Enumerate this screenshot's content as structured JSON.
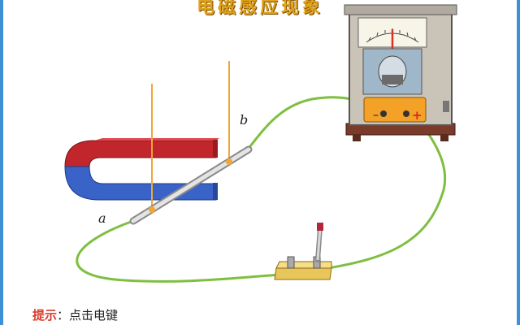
{
  "title": "电磁感应现象",
  "labels": {
    "a": "a",
    "b": "b"
  },
  "meter": {
    "minus": "–",
    "plus": "+"
  },
  "hint": {
    "label": "提示",
    "colon": "：",
    "text": "点击电键"
  }
}
